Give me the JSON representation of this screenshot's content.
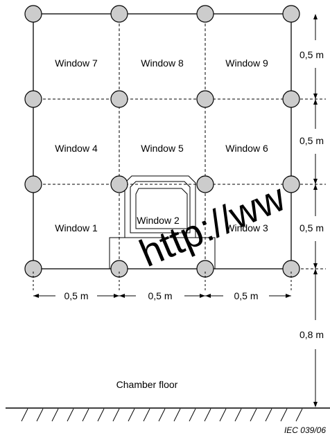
{
  "windows": [
    {
      "label": "Window 7"
    },
    {
      "label": "Window 8"
    },
    {
      "label": "Window 9"
    },
    {
      "label": "Window 4"
    },
    {
      "label": "Window 5"
    },
    {
      "label": "Window 6"
    },
    {
      "label": "Window 1"
    },
    {
      "label": "Window 2"
    },
    {
      "label": "Window 3"
    }
  ],
  "dimensions": {
    "horizontal": [
      "0,5 m",
      "0,5 m",
      "0,5 m"
    ],
    "vertical": [
      "0,5 m",
      "0,5 m",
      "0,5 m",
      "0,8 m"
    ]
  },
  "floor_label": "Chamber floor",
  "watermark": "http://ww",
  "figure_ref": "IEC  039/06"
}
